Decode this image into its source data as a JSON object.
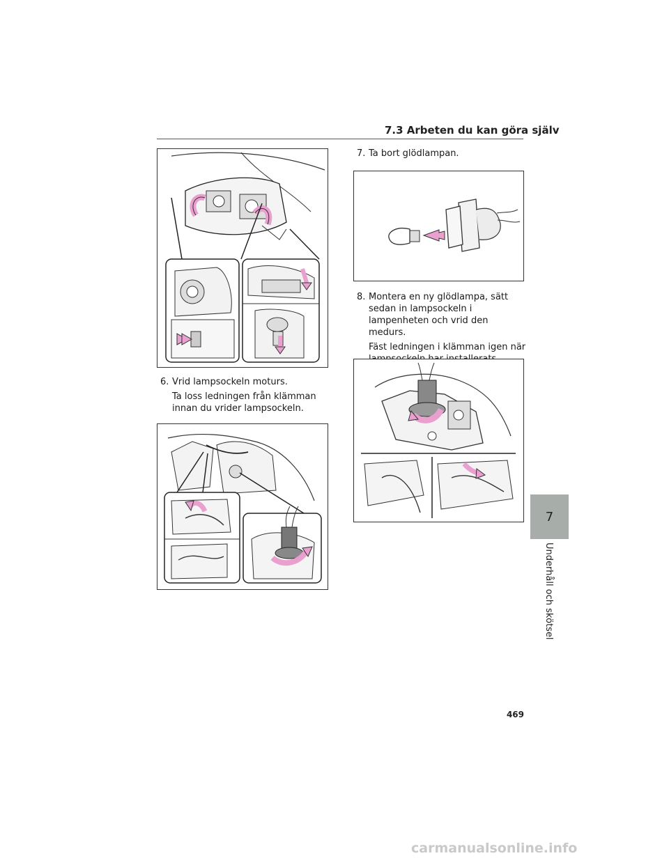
{
  "header": {
    "section_title": "7.3  Arbeten du kan göra själv"
  },
  "steps": [
    {
      "number": "6.",
      "text": "Vrid lampsockeln moturs.",
      "note": "Ta loss ledningen från klämman innan du vrider lampsockeln."
    },
    {
      "number": "7.",
      "text": "Ta bort glödlampan.",
      "note": ""
    },
    {
      "number": "8.",
      "text": "Montera en ny glödlampa, sätt sedan in lampsockeln i lampenheten och vrid den medurs.",
      "note": "Fäst ledningen i klämman igen när lampsockeln har installerats."
    }
  ],
  "sidebar": {
    "chapter_number": "7",
    "chapter_label": "Underhåll och skötsel"
  },
  "footer": {
    "page_number": "469",
    "watermark": "carmanualsonline.info"
  },
  "colors": {
    "arrow_pink": "#e9a0cf",
    "tab_gray": "#a7aeaa",
    "line": "#333333"
  }
}
